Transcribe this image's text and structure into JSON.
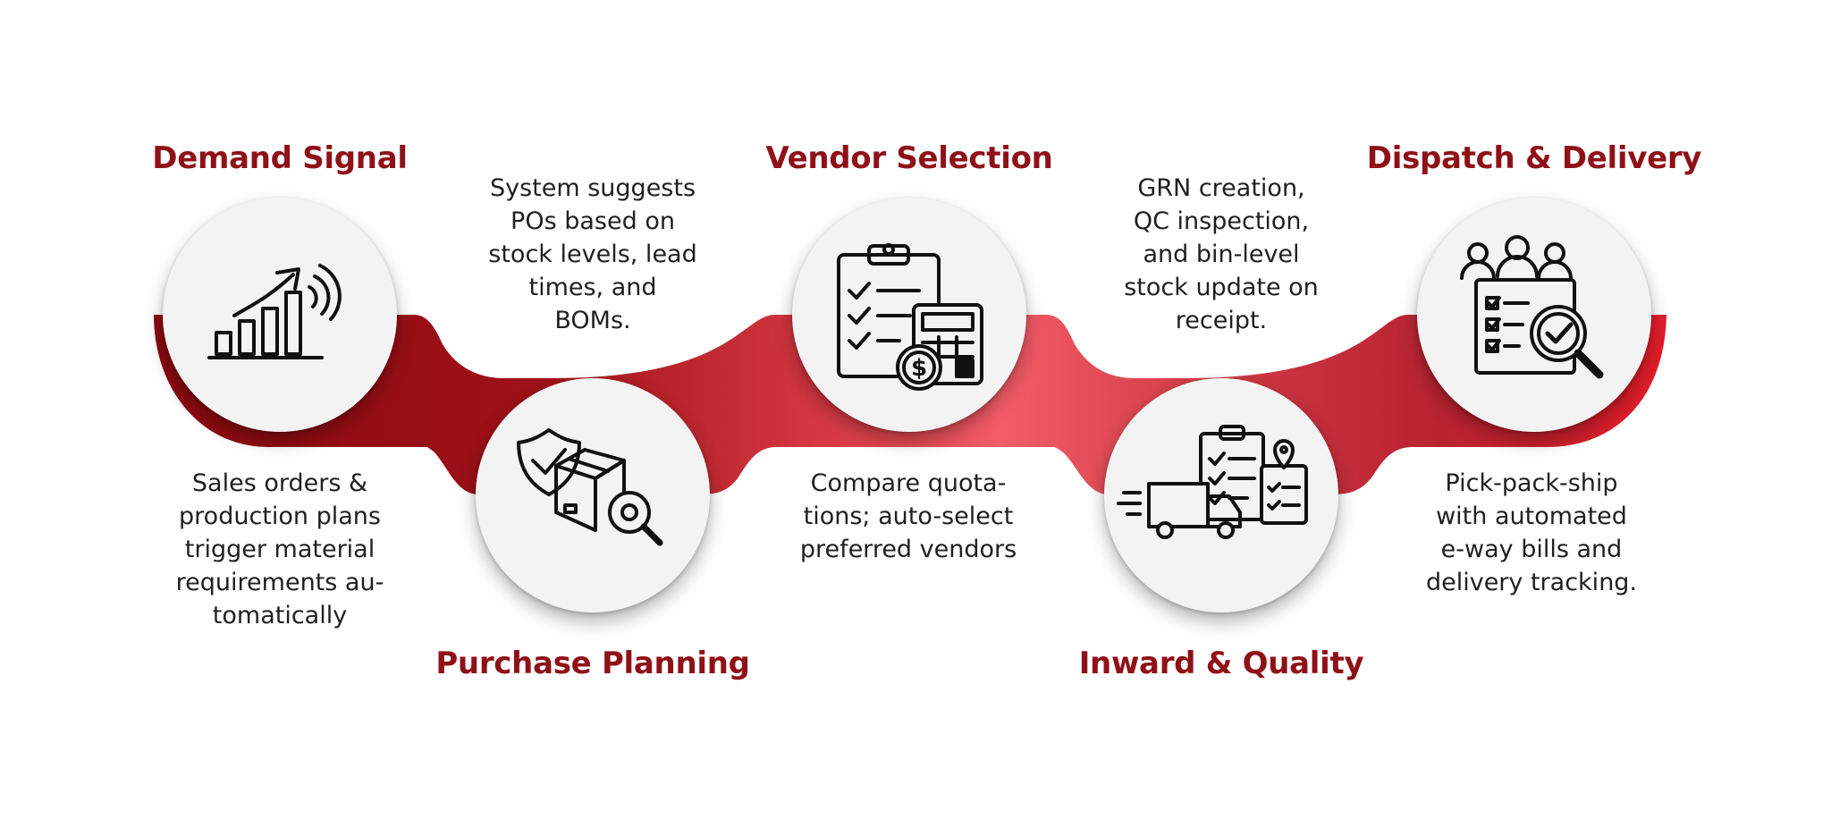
{
  "diagram": {
    "type": "process-flow",
    "accent_colors": [
      "#8b0a10",
      "#b3222b",
      "#f45d68",
      "#c42a36",
      "#e0202c"
    ],
    "title_color": "#8f1117",
    "steps": [
      {
        "title": "Demand Signal",
        "description": "Sales orders &\nproduction plans\ntrigger material\nrequirements au-\ntomatically",
        "icon": "growth-chart-icon"
      },
      {
        "title": "Purchase Planning",
        "description": "System suggests\nPOs based on\nstock levels, lead\ntimes, and\nBOMs.",
        "icon": "shield-box-gear-icon"
      },
      {
        "title": "Vendor Selection",
        "description": "Compare quota-\ntions; auto-select\npreferred vendors",
        "icon": "clipboard-calculator-icon"
      },
      {
        "title": "Inward & Quality",
        "description": "GRN creation,\nQC inspection,\nand bin-level\nstock update on\nreceipt.",
        "icon": "truck-checklist-icon"
      },
      {
        "title": "Dispatch & Delivery",
        "description": "Pick-pack-ship\nwith automated\ne-way bills and\ndelivery tracking.",
        "icon": "team-checklist-search-icon"
      }
    ]
  }
}
